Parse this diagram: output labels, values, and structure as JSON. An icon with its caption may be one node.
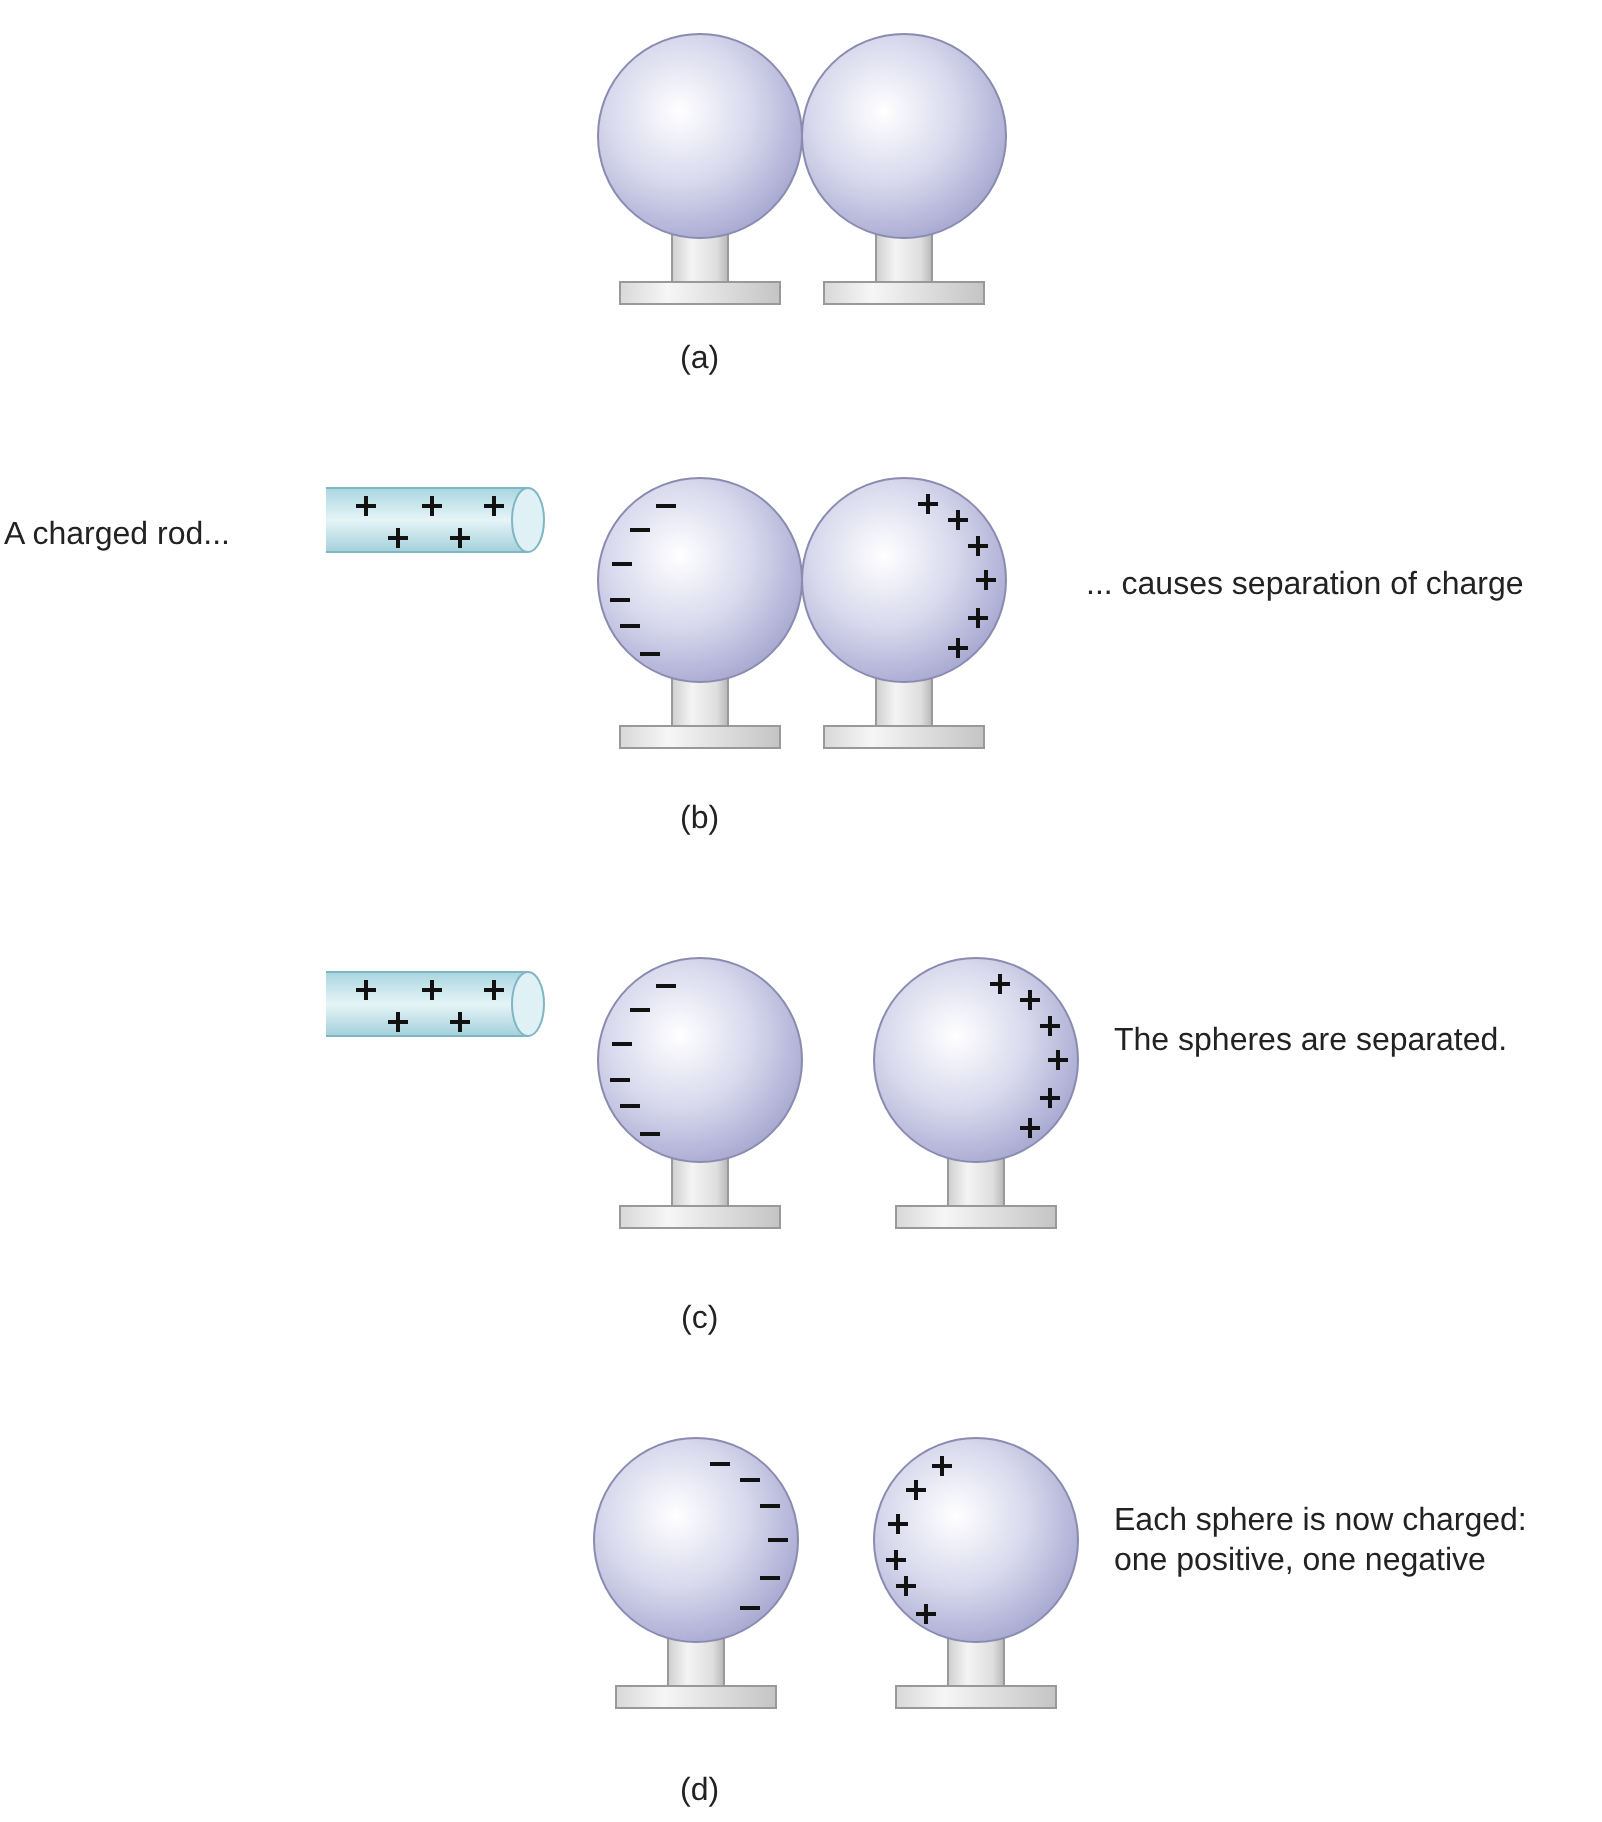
{
  "diagram": {
    "labels": [
      "(a)",
      "A charged rod...",
      "... causes separation of charge",
      "(b)",
      "The spheres are separated.",
      "(c)",
      "Each sphere is now charged: one positive, one negative",
      "(d)"
    ]
  }
}
